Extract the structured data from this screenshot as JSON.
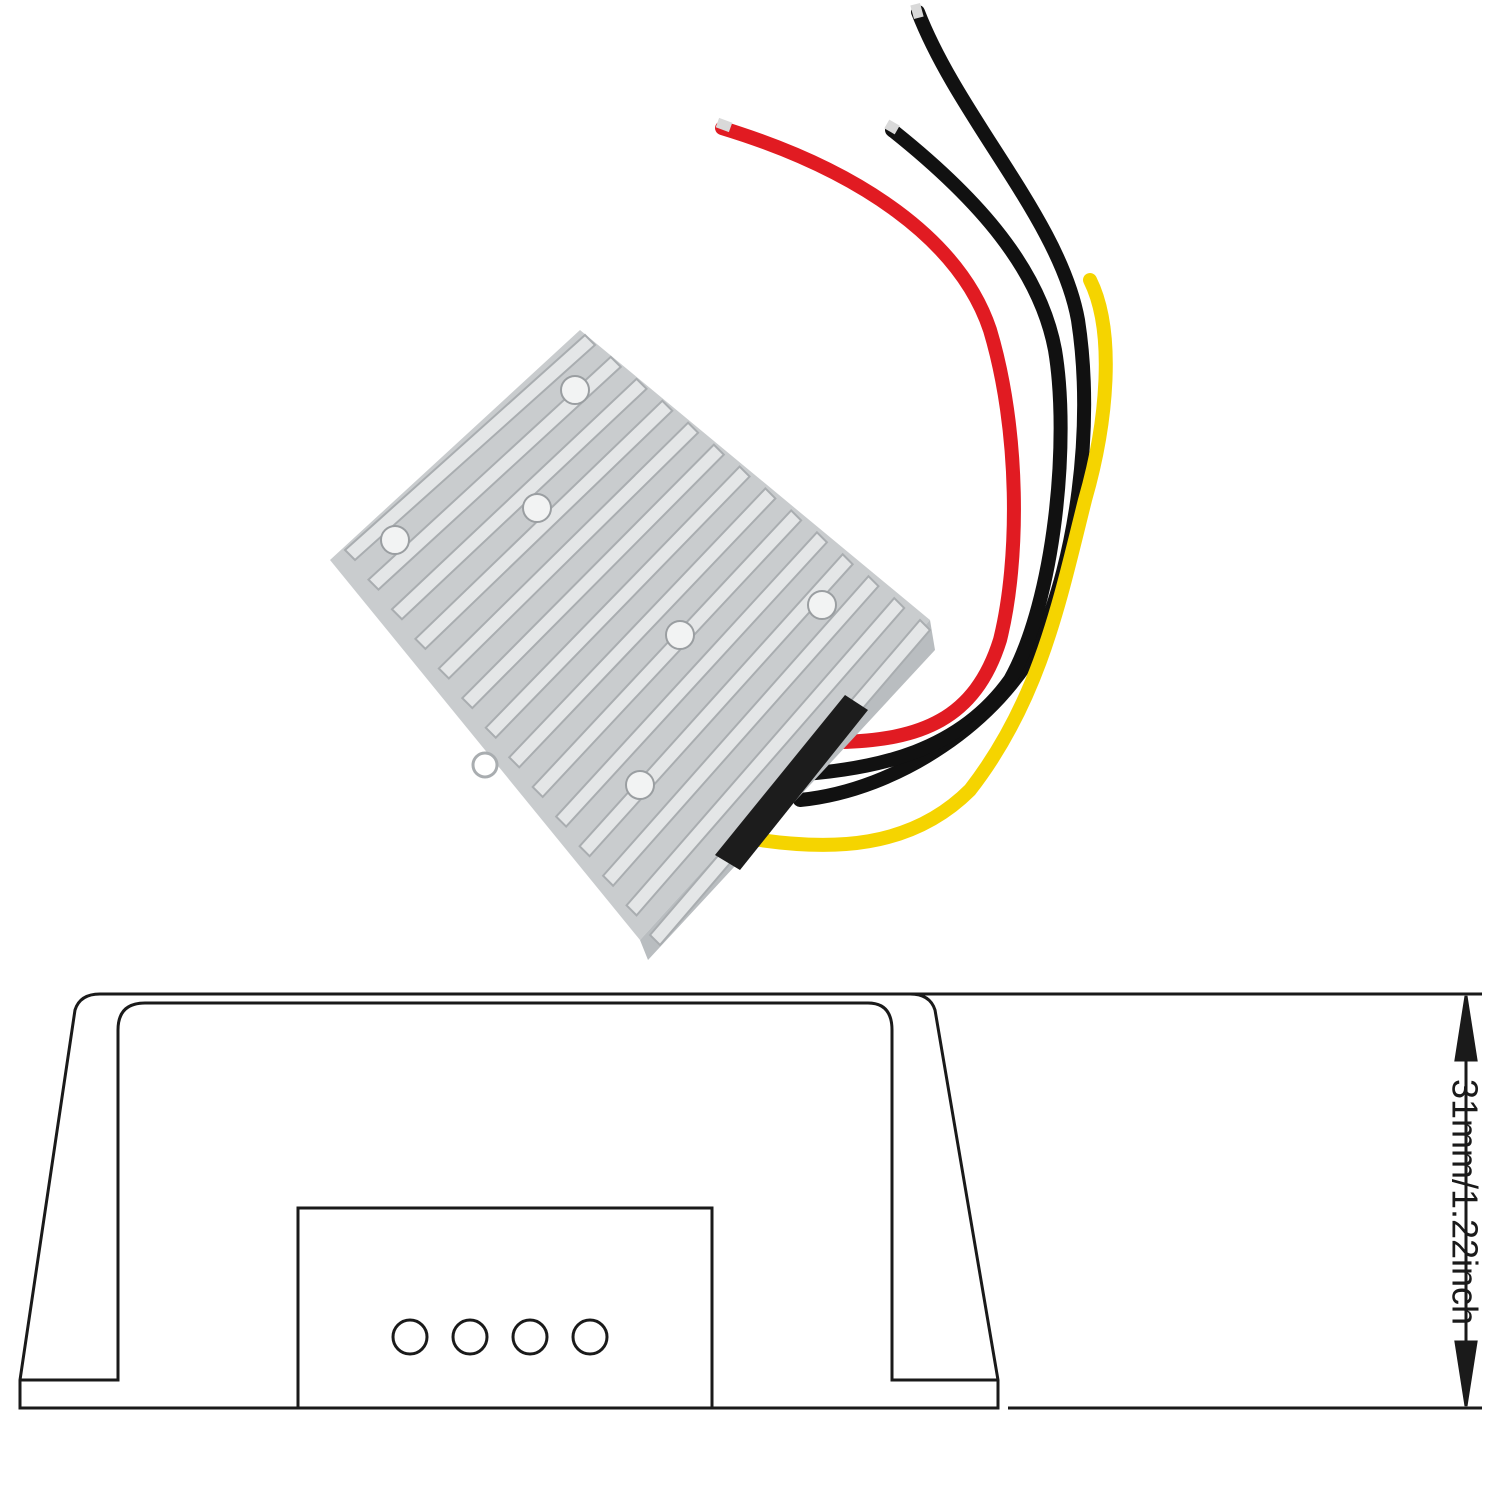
{
  "product": {
    "body_color": "#c9ccce",
    "fin_color": "#e4e6e7",
    "fin_shadow": "#a9adb0",
    "wires": [
      {
        "color_name": "red",
        "hex": "#e11b22"
      },
      {
        "color_name": "black",
        "hex": "#111111"
      },
      {
        "color_name": "black",
        "hex": "#111111"
      },
      {
        "color_name": "yellow",
        "hex": "#f5d400"
      }
    ]
  },
  "side_view": {
    "height_label": "31mm/1.22inch",
    "port_holes": 4,
    "line_color": "#1a1a1a"
  }
}
